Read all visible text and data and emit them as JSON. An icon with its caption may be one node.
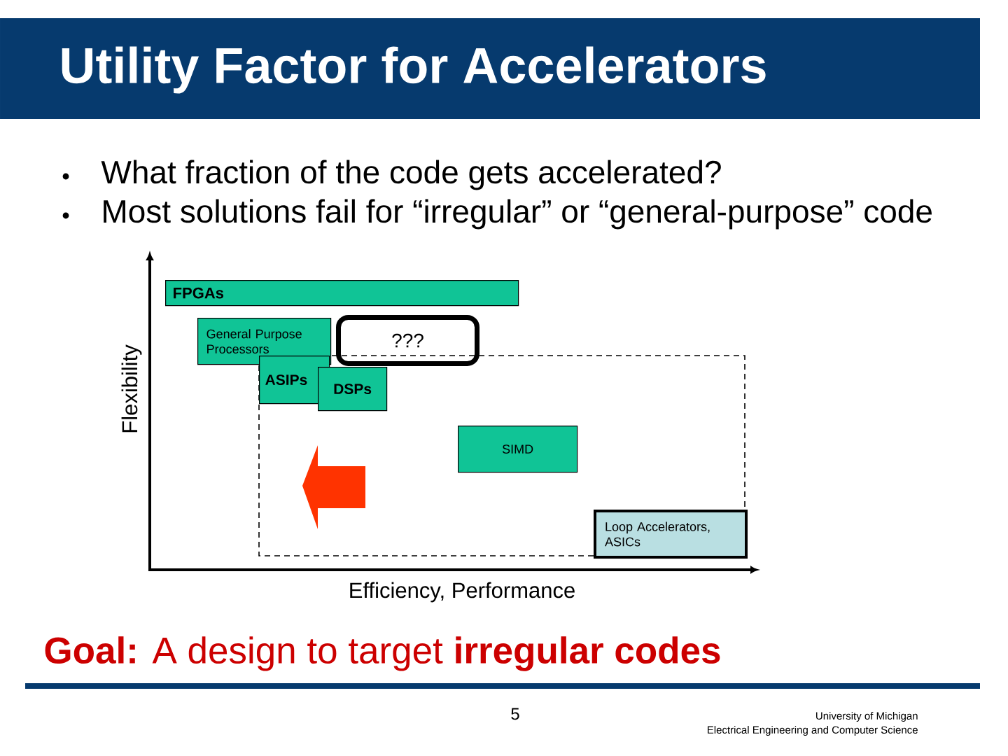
{
  "diagram": {
    "title": "Utility Factor for Accelerators",
    "nodes": [
      {
        "text": [
          "FPGAs"
        ]
      },
      {
        "text": [
          "General Purpose Processors"
        ]
      },
      {
        "text": [
          "???"
        ]
      },
      {
        "text": [
          "ASIPs"
        ]
      },
      {
        "text": [
          "DSPs"
        ]
      },
      {
        "text": [
          "SIMD"
        ]
      },
      {
        "text": [
          "Loop Accelerators, ASICs"
        ]
      }
    ],
    "labels": [
      "What fraction of the code gets accelerated?",
      "Most solutions fail for “irregular” or “general-purpose” code",
      "Flexibility",
      "Efficiency, Performance",
      "**Goal:** A design to target **irregular codes**",
      "5",
      "University of Michigan",
      "Electrical Engineering and Computer Science"
    ]
  }
}
